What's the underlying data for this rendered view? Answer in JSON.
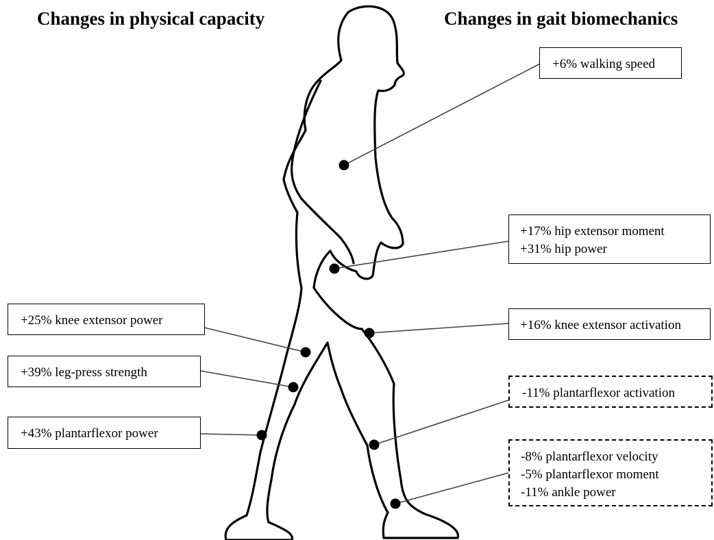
{
  "headings": {
    "left": "Changes in physical capacity",
    "right": "Changes in gait biomechanics"
  },
  "physical_capacity": [
    "+25% knee extensor power",
    "+39% leg-press strength",
    "+43% plantarflexor power"
  ],
  "gait_biomechanics": {
    "walking_speed": "+6% walking speed",
    "hip": [
      "+17% hip extensor  moment",
      "+31% hip power"
    ],
    "knee_activation": "+16% knee extensor activation",
    "plantarflexor_activation": "-11% plantarflexor activation",
    "ankle": [
      "-8% plantarflexor velocity",
      "-5% plantarflexor moment",
      "-11% ankle power"
    ]
  },
  "box_styles": {
    "increase": "solid",
    "decrease": "dashed"
  }
}
